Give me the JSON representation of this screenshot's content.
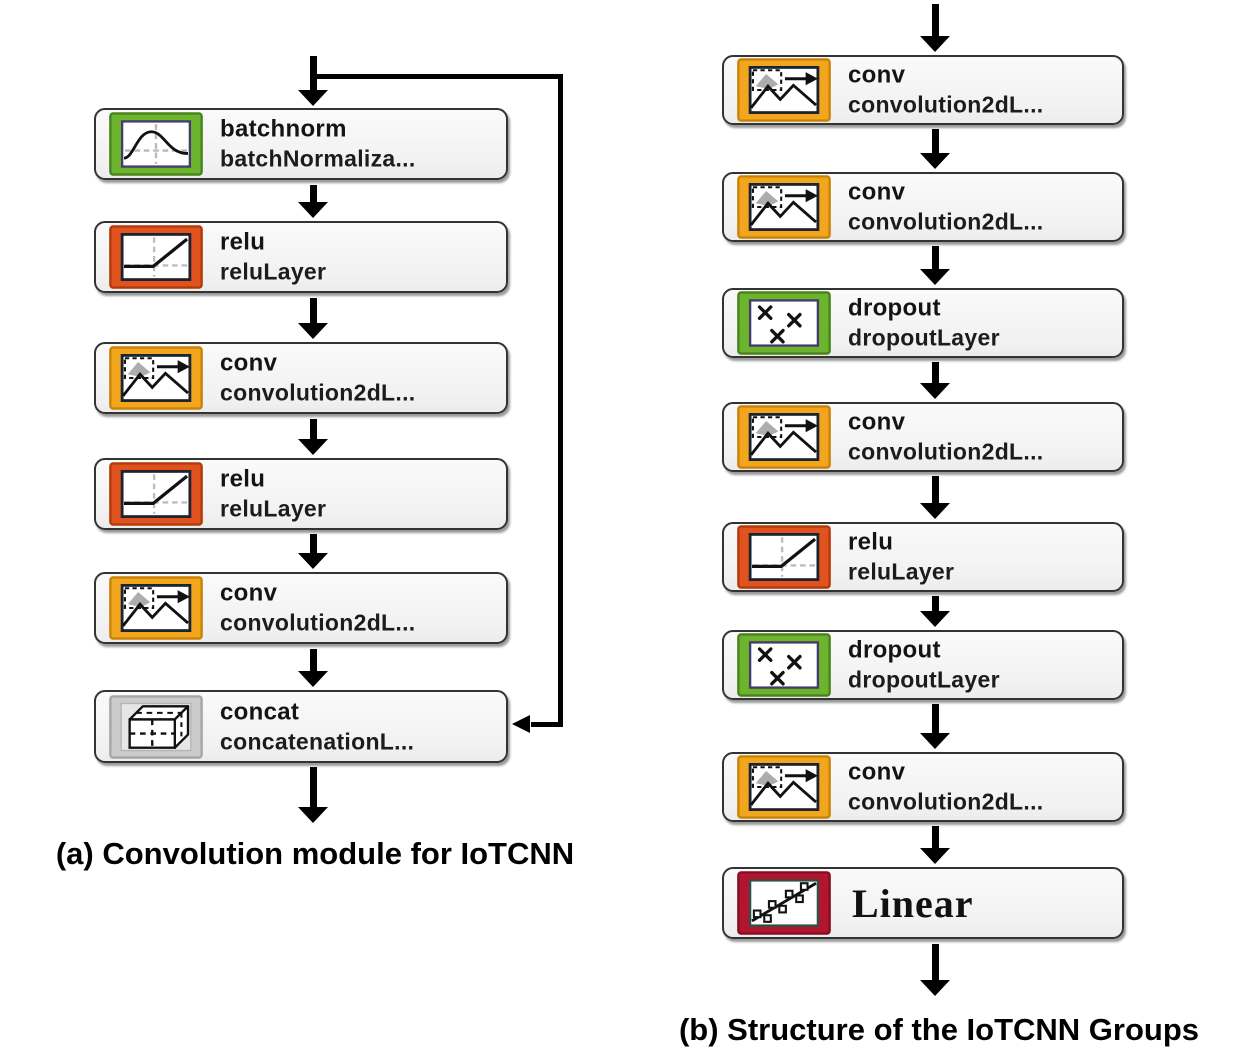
{
  "panel_a": {
    "caption": "(a) Convolution module for IoTCNN",
    "nodes": [
      {
        "name": "batchnorm",
        "layer": "batchNormaliza...",
        "type": "batchnorm",
        "icon": "batchnorm-icon"
      },
      {
        "name": "relu",
        "layer": "reluLayer",
        "type": "relu",
        "icon": "relu-icon"
      },
      {
        "name": "conv",
        "layer": "convolution2dL...",
        "type": "conv",
        "icon": "conv-icon"
      },
      {
        "name": "relu",
        "layer": "reluLayer",
        "type": "relu",
        "icon": "relu-icon"
      },
      {
        "name": "conv",
        "layer": "convolution2dL...",
        "type": "conv",
        "icon": "conv-icon"
      },
      {
        "name": "concat",
        "layer": "concatenationL...",
        "type": "concat",
        "icon": "concat-icon"
      }
    ],
    "skip_connection": "input branches right and feeds into concat"
  },
  "panel_b": {
    "caption": "(b) Structure of the IoTCNN Groups",
    "nodes": [
      {
        "name": "conv",
        "layer": "convolution2dL...",
        "type": "conv",
        "icon": "conv-icon"
      },
      {
        "name": "conv",
        "layer": "convolution2dL...",
        "type": "conv",
        "icon": "conv-icon"
      },
      {
        "name": "dropout",
        "layer": "dropoutLayer",
        "type": "dropout",
        "icon": "dropout-icon"
      },
      {
        "name": "conv",
        "layer": "convolution2dL...",
        "type": "conv",
        "icon": "conv-icon"
      },
      {
        "name": "relu",
        "layer": "reluLayer",
        "type": "relu",
        "icon": "relu-icon"
      },
      {
        "name": "dropout",
        "layer": "dropoutLayer",
        "type": "dropout",
        "icon": "dropout-icon"
      },
      {
        "name": "conv",
        "layer": "convolution2dL...",
        "type": "conv",
        "icon": "conv-icon"
      },
      {
        "name": "Linear",
        "layer": "",
        "type": "linear",
        "icon": "linear-icon"
      }
    ]
  },
  "colors": {
    "conv_frame": "#F1A61E",
    "relu_frame": "#E0521E",
    "batchnorm_frame": "#6CB32E",
    "dropout_frame": "#6CB32E",
    "concat_frame": "#CBCBCB",
    "linear_frame": "#B31531",
    "node_fill": "#F3F3F3",
    "node_border": "#333333",
    "arrow": "#000000",
    "background": "#FFFFFF"
  }
}
